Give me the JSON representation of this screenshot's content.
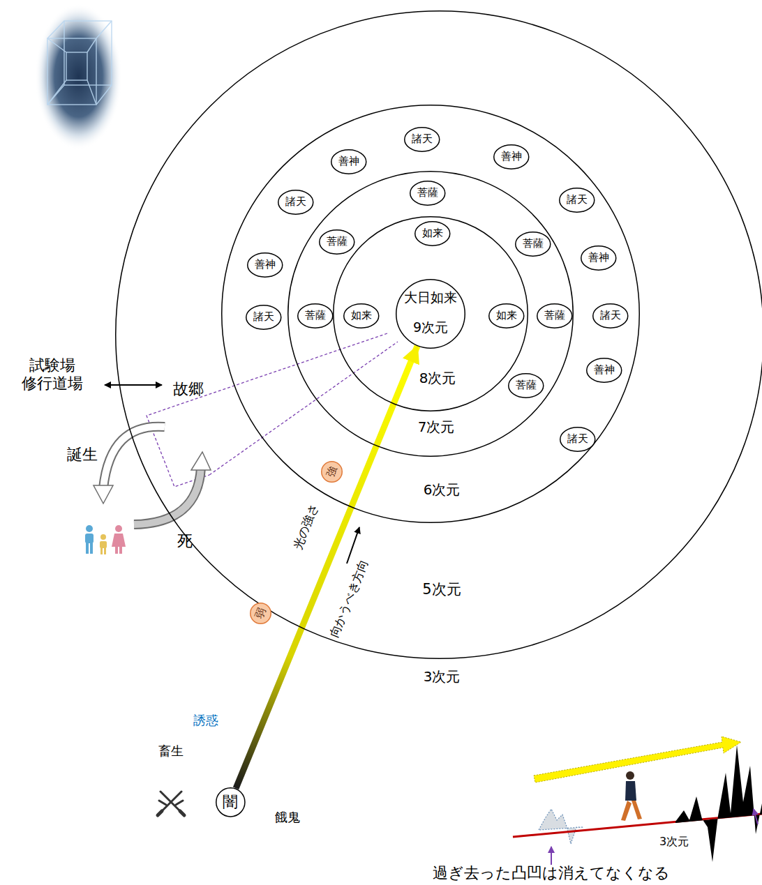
{
  "diagram": {
    "nodes": [
      {
        "text": [
          "5次元"
        ]
      },
      {
        "text": [
          "6次元"
        ],
        "in": 0
      },
      {
        "text": [
          "7次元"
        ],
        "in": 1
      },
      {
        "text": [
          "8次元"
        ],
        "in": 2
      },
      {
        "text": [
          "大日如来",
          "9次元"
        ],
        "in": 3
      },
      {
        "text": [
          "如来"
        ],
        "in": 3
      },
      {
        "text": [
          "如来"
        ],
        "in": 3
      },
      {
        "text": [
          "如来"
        ],
        "in": 3
      },
      {
        "text": [
          "菩薩"
        ],
        "in": 2
      },
      {
        "text": [
          "菩薩"
        ],
        "in": 2
      },
      {
        "text": [
          "菩薩"
        ],
        "in": 2
      },
      {
        "text": [
          "菩薩"
        ],
        "in": 2
      },
      {
        "text": [
          "菩薩"
        ],
        "in": 2
      },
      {
        "text": [
          "菩薩"
        ],
        "in": 2
      },
      {
        "text": [
          "諸天"
        ],
        "in": 1
      },
      {
        "text": [
          "善神"
        ],
        "in": 1
      },
      {
        "text": [
          "善神"
        ],
        "in": 1
      },
      {
        "text": [
          "諸天"
        ],
        "in": 1
      },
      {
        "text": [
          "諸天"
        ],
        "in": 1
      },
      {
        "text": [
          "善神"
        ],
        "in": 1
      },
      {
        "text": [
          "善神"
        ],
        "in": 1
      },
      {
        "text": [
          "諸天"
        ],
        "in": 1
      },
      {
        "text": [
          "諸天"
        ],
        "in": 1
      },
      {
        "text": [
          "善神"
        ],
        "in": 1
      },
      {
        "text": [
          "諸天"
        ],
        "in": 1
      },
      {
        "text": [
          "強"
        ],
        "in": 1
      },
      {
        "text": [
          "弱"
        ]
      },
      {
        "text": [
          "闇"
        ]
      }
    ],
    "edges": [
      {
        "from": 27,
        "to": 4,
        "arrow": "to"
      }
    ],
    "labels": [
      "試験場 修行道場",
      "故郷",
      "誕生",
      "死",
      "光の強さ",
      "向かうべき方向",
      "3次元",
      "誘惑",
      "畜生",
      "餓鬼",
      "3次元",
      "過ぎ去った凸凹は消えてなくなる"
    ]
  }
}
